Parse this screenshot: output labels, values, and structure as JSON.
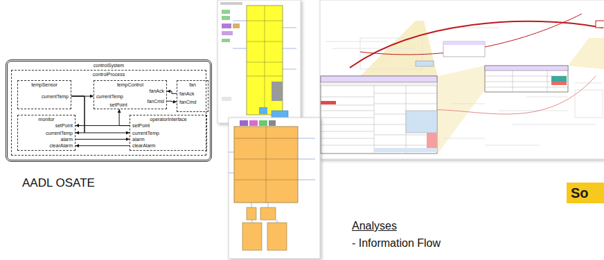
{
  "diagram": {
    "nodes": [
      {
        "text": [
          "controlSystem"
        ]
      },
      {
        "text": [
          "controlProcess"
        ],
        "in": 0
      },
      {
        "text": [
          "tempSensor",
          "currentTemp"
        ],
        "in": 1
      },
      {
        "text": [
          "tempControl",
          "currentTemp",
          "fanAck",
          "fanCmd",
          "setPoint"
        ],
        "in": 1
      },
      {
        "text": [
          "fan",
          "fanAck",
          "fanCmd"
        ],
        "in": 1
      },
      {
        "text": [
          "monitor",
          "setPoint",
          "currentTemp",
          "alarm",
          "clearAlarm"
        ],
        "in": 1
      },
      {
        "text": [
          "operatorInterface",
          "setPoint",
          "currentTemp",
          "alarm",
          "clearAlarm"
        ],
        "in": 1
      },
      {
        "text": [
          "So"
        ]
      }
    ],
    "edges": [
      {
        "from": 2,
        "to": 3,
        "arrow": "to"
      },
      {
        "from": 3,
        "to": 4,
        "arrow": "to"
      },
      {
        "from": 4,
        "to": 3,
        "arrow": "to"
      },
      {
        "from": 6,
        "to": 3,
        "arrow": "to"
      },
      {
        "from": 6,
        "to": 5,
        "arrow": "to"
      },
      {
        "from": 2,
        "to": 5,
        "arrow": "to"
      },
      {
        "from": 2,
        "to": 6,
        "arrow": "to"
      },
      {
        "from": 5,
        "to": 6,
        "arrow": "to"
      },
      {
        "from": 6,
        "to": 5,
        "arrow": "to"
      }
    ],
    "labels": [
      "AADL OSATE",
      "Analyses",
      "- Information Flow"
    ]
  }
}
